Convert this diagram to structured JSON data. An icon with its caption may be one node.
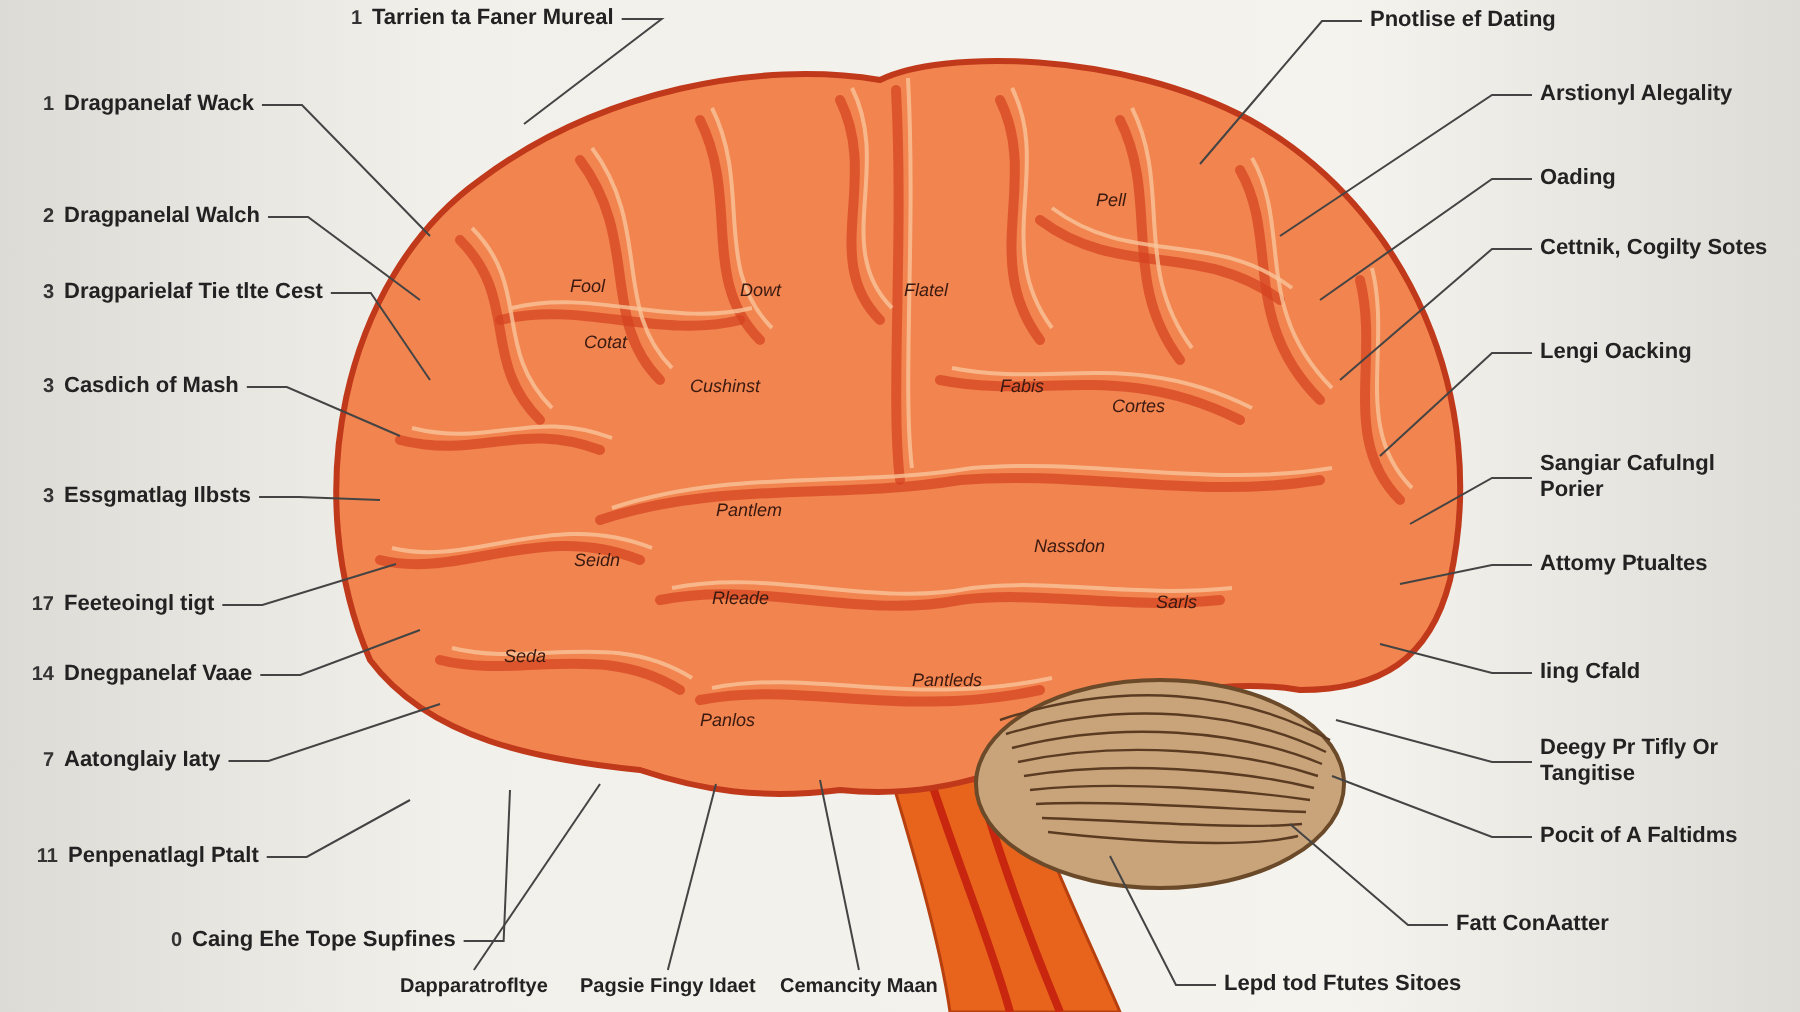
{
  "diagram": {
    "nodes": [
      {
        "text": [
          "Dragpanelaf Wack"
        ],
        "beside": [
          "1"
        ]
      },
      {
        "text": [
          "Dragpanelal Walch"
        ],
        "beside": [
          "2"
        ]
      },
      {
        "text": [
          "Dragparielaf Tie tlte Cest"
        ],
        "beside": [
          "3"
        ]
      },
      {
        "text": [
          "Casdich of Mash"
        ],
        "beside": [
          "3"
        ]
      },
      {
        "text": [
          "Essgmatlag Ilbsts"
        ],
        "beside": [
          "3"
        ]
      },
      {
        "text": [
          "Feeteoingl tigt"
        ],
        "beside": [
          "17"
        ]
      },
      {
        "text": [
          "Dnegpanelaf Vaae"
        ],
        "beside": [
          "14"
        ]
      },
      {
        "text": [
          "Aatonglaiy Iaty"
        ],
        "beside": [
          "7"
        ]
      },
      {
        "text": [
          "Penpenatlagl Ptalt"
        ],
        "beside": [
          "11"
        ]
      },
      {
        "text": [
          "Caing Ehe Tope Supfines"
        ],
        "beside": [
          "0"
        ]
      },
      {
        "text": [
          "Tarrien ta Faner Mureal"
        ],
        "beside": [
          "1"
        ]
      },
      {
        "text": [
          "Dapparatrofltye"
        ]
      },
      {
        "text": [
          "Pagsie Fingy Idaet"
        ]
      },
      {
        "text": [
          "Cemancity Maan"
        ]
      },
      {
        "text": [
          "Pnotlise ef Dating"
        ]
      },
      {
        "text": [
          "Arstionyl Alegality"
        ]
      },
      {
        "text": [
          "Oading"
        ]
      },
      {
        "text": [
          "Cettnik, Cogilty Sotes"
        ]
      },
      {
        "text": [
          "Lengi Oacking"
        ]
      },
      {
        "text": [
          "Sangiar Cafulngl Porier"
        ]
      },
      {
        "text": [
          "Attomy Ptualtes"
        ]
      },
      {
        "text": [
          "Iing Cfald"
        ]
      },
      {
        "text": [
          "Deegy Pr Tifly Or Tangitise"
        ]
      },
      {
        "text": [
          "Pocit of A Faltidms"
        ]
      },
      {
        "text": [
          "Fatt ConAatter"
        ]
      },
      {
        "text": [
          "Lepd tod Ftutes Sitoes"
        ]
      }
    ],
    "edges": [
      {
        "from": 0,
        "to": null,
        "arrow": "none"
      },
      {
        "from": 1,
        "to": null,
        "arrow": "none"
      },
      {
        "from": 2,
        "to": null,
        "arrow": "none"
      },
      {
        "from": 3,
        "to": null,
        "arrow": "none"
      },
      {
        "from": 4,
        "to": null,
        "arrow": "none"
      },
      {
        "from": 5,
        "to": null,
        "arrow": "none"
      },
      {
        "from": 6,
        "to": null,
        "arrow": "none"
      },
      {
        "from": 7,
        "to": null,
        "arrow": "none"
      },
      {
        "from": 8,
        "to": null,
        "arrow": "none"
      },
      {
        "from": 9,
        "to": null,
        "arrow": "none"
      },
      {
        "from": 10,
        "to": null,
        "arrow": "none"
      },
      {
        "from": 11,
        "to": null,
        "arrow": "none"
      },
      {
        "from": 12,
        "to": null,
        "arrow": "none"
      },
      {
        "from": 13,
        "to": null,
        "arrow": "none"
      },
      {
        "from": 14,
        "to": null,
        "arrow": "none"
      },
      {
        "from": 15,
        "to": null,
        "arrow": "none"
      },
      {
        "from": 16,
        "to": null,
        "arrow": "none"
      },
      {
        "from": 17,
        "to": null,
        "arrow": "none"
      },
      {
        "from": 18,
        "to": null,
        "arrow": "none"
      },
      {
        "from": 19,
        "to": null,
        "arrow": "none"
      },
      {
        "from": 20,
        "to": null,
        "arrow": "none"
      },
      {
        "from": 21,
        "to": null,
        "arrow": "none"
      },
      {
        "from": 22,
        "to": null,
        "arrow": "none"
      },
      {
        "from": 23,
        "to": null,
        "arrow": "none"
      },
      {
        "from": 24,
        "to": null,
        "arrow": "none"
      },
      {
        "from": 25,
        "to": null,
        "arrow": "none"
      }
    ],
    "labels": [
      "Pell",
      "Fool",
      "Dowt",
      "Flatel",
      "Cotat",
      "Fabis",
      "Cushinst",
      "Cortes",
      "Pantlem",
      "Nassdon",
      "Seidn",
      "Rleade",
      "Seda",
      "Sarls",
      "Pantleds",
      "Panlos"
    ]
  }
}
